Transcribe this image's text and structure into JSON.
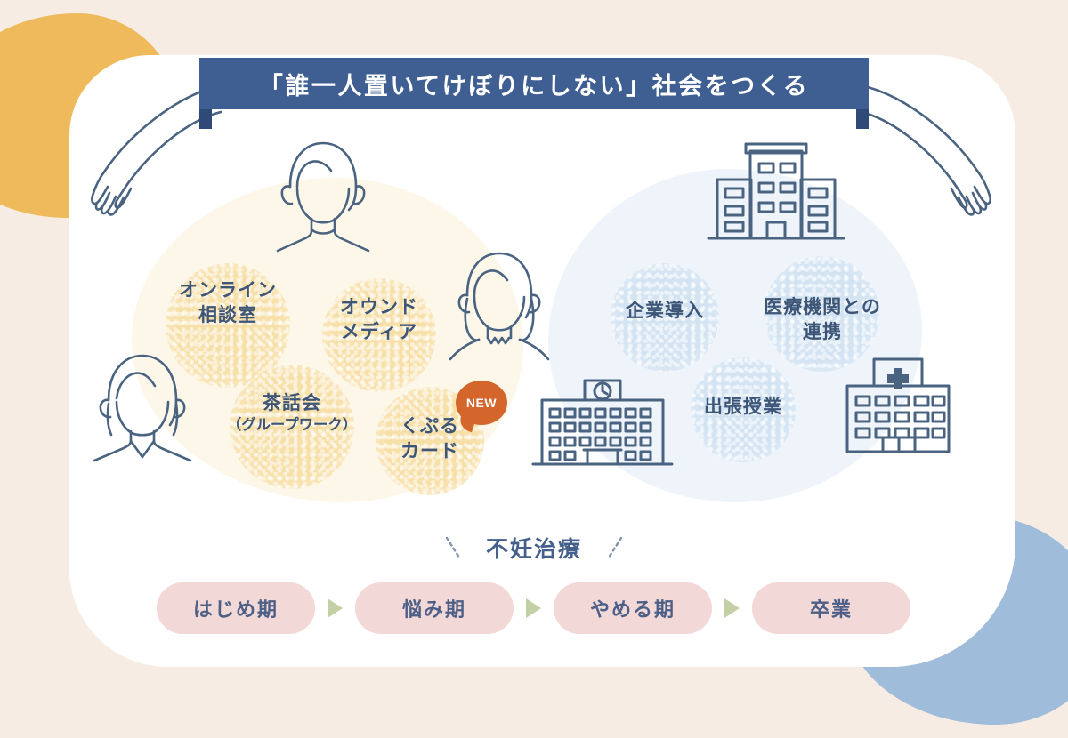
{
  "banner": {
    "title": "「誰一人置いてけぼりにしない」社会をつくる"
  },
  "left_cluster": {
    "name": "individual-support-cluster",
    "items": [
      {
        "label": "オンライン",
        "label2": "相談室",
        "badge": ""
      },
      {
        "label": "オウンド",
        "label2": "メディア",
        "badge": ""
      },
      {
        "label": "茶話会",
        "label2": "（グループワーク）",
        "badge": ""
      },
      {
        "label": "くぷる",
        "label2": "カード",
        "badge": "NEW"
      }
    ]
  },
  "right_cluster": {
    "name": "organization-support-cluster",
    "items": [
      {
        "label": "企業導入",
        "label2": ""
      },
      {
        "label": "医療機関との",
        "label2": "連携",
        "suffix": "との"
      },
      {
        "label": "出張授業",
        "label2": ""
      }
    ]
  },
  "timeline": {
    "heading": "不妊治療",
    "stages": [
      "はじめ期",
      "悩み期",
      "やめる期",
      "卒業"
    ]
  },
  "icons": {
    "person_short_hair": "person-short-hair-icon",
    "person_long_hair": "person-long-hair-icon",
    "person_v_neck": "person-v-neck-icon",
    "office_building": "office-building-icon",
    "school_building": "school-building-icon",
    "hospital_building": "hospital-building-icon",
    "hand_left": "reaching-hand-left-icon",
    "hand_right": "reaching-hand-right-icon"
  },
  "colors": {
    "page_background": "#f6ece3",
    "card": "#ffffff",
    "banner": "#3f5f93",
    "banner_fold": "#2f4a77",
    "accent_yellow": "#eeba5c",
    "accent_blue": "#9fbcdb",
    "cluster_cream": "#fcf7e9",
    "cluster_sky": "#eef4fa",
    "spot_yellow": "#f7dfa8",
    "spot_blue": "#d3e3f2",
    "badge_orange": "#d4662b",
    "pill_pink": "#f2d8d7",
    "arrow_green": "#c3cfa4",
    "line_art": "#4a6381",
    "text_navy": "#3d5577"
  }
}
